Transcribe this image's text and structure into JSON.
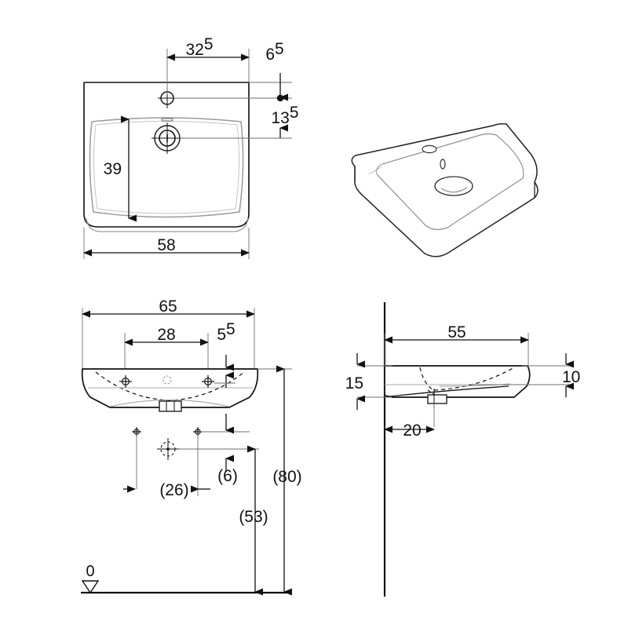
{
  "drawing": {
    "title": "Washbasin dimensional drawing",
    "units": "cm",
    "background_color": "#ffffff",
    "line_color": "#111111",
    "thin_line_color": "#8a8a8a",
    "views": [
      {
        "id": "top-view",
        "name": "Top view (plan)"
      },
      {
        "id": "perspective-view",
        "name": "3D perspective view"
      },
      {
        "id": "front-view",
        "name": "Front elevation"
      },
      {
        "id": "side-view",
        "name": "Side elevation"
      }
    ]
  },
  "dimensions": {
    "top_view": {
      "tap_hole_from_left": {
        "value": "32",
        "superscript": "5",
        "id": "dim-32-5"
      },
      "rear_edge_offset": {
        "value": "6",
        "superscript": "5",
        "id": "dim-6-5"
      },
      "hole_spacing_vert": {
        "value": "13",
        "superscript": "5",
        "id": "dim-13-5"
      },
      "depth": {
        "value": "39",
        "superscript": "",
        "id": "dim-39"
      },
      "width": {
        "value": "58",
        "superscript": "",
        "id": "dim-58"
      }
    },
    "front_view": {
      "overall_width": {
        "value": "65",
        "superscript": "",
        "id": "dim-65"
      },
      "fixing_spacing": {
        "value": "28",
        "superscript": "",
        "id": "dim-28"
      },
      "rim_height": {
        "value": "5",
        "superscript": "5",
        "id": "dim-5-5"
      },
      "bracket_offset": {
        "value": "(26)",
        "superscript": "",
        "id": "dim-26"
      },
      "drain_offset": {
        "value": "(6)",
        "superscript": "",
        "id": "dim-6"
      },
      "trap_height": {
        "value": "(53)",
        "superscript": "",
        "id": "dim-53"
      },
      "fixing_height": {
        "value": "(80)",
        "superscript": "",
        "id": "dim-80"
      },
      "datum": {
        "value": "0",
        "superscript": "",
        "id": "datum-zero"
      }
    },
    "side_view": {
      "depth": {
        "value": "55",
        "superscript": "",
        "id": "dim-55"
      },
      "height_left": {
        "value": "15",
        "superscript": "",
        "id": "dim-15"
      },
      "height_right": {
        "value": "10",
        "superscript": "",
        "id": "dim-10"
      },
      "wall_to_outlet": {
        "value": "20",
        "superscript": "",
        "id": "dim-20"
      }
    }
  }
}
